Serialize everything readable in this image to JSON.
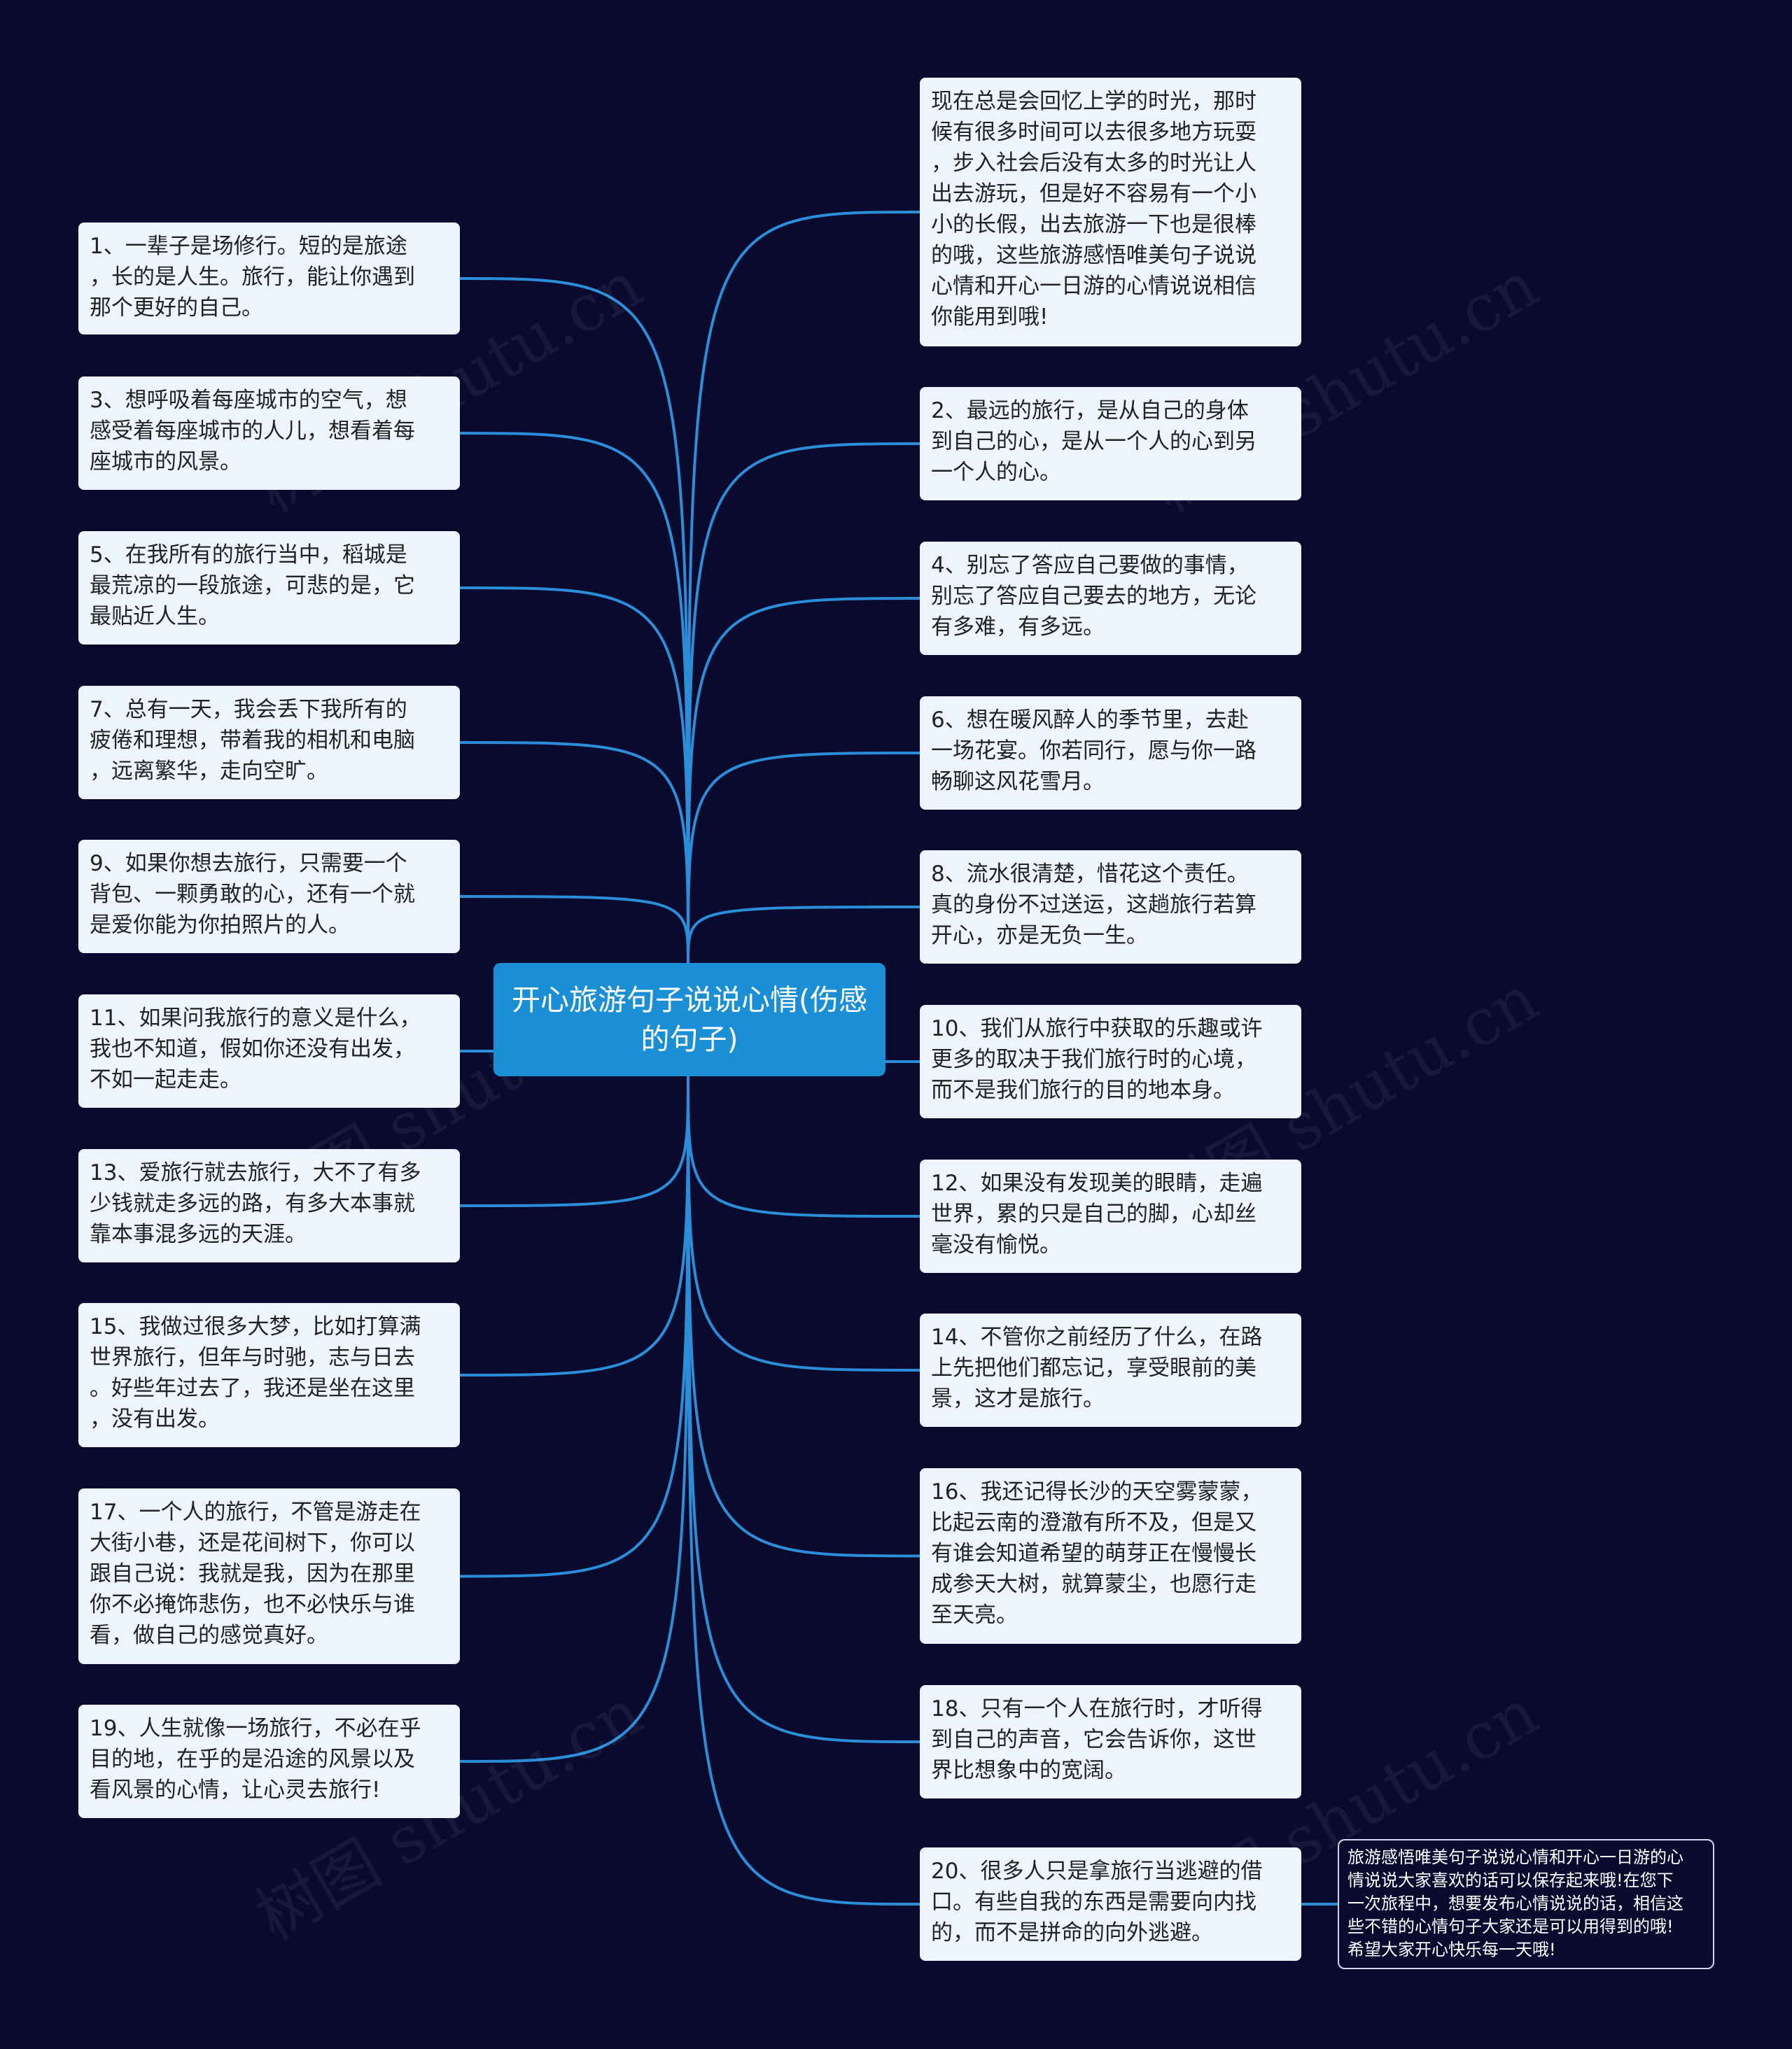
{
  "center": "开心旅游句子说说心情(伤感的句子)",
  "left": [
    "1、一辈子是场修行。短的是旅途\n，长的是人生。旅行，能让你遇到\n那个更好的自己。",
    "3、想呼吸着每座城市的空气，想\n感受着每座城市的人儿，想看着每\n座城市的风景。",
    "5、在我所有的旅行当中，稻城是\n最荒凉的一段旅途，可悲的是，它\n最贴近人生。",
    "7、总有一天，我会丢下我所有的\n疲倦和理想，带着我的相机和电脑\n，远离繁华，走向空旷。",
    "9、如果你想去旅行，只需要一个\n背包、一颗勇敢的心，还有一个就\n是爱你能为你拍照片的人。",
    "11、如果问我旅行的意义是什么，\n我也不知道，假如你还没有出发，\n不如一起走走。",
    "13、爱旅行就去旅行，大不了有多\n少钱就走多远的路，有多大本事就\n靠本事混多远的天涯。",
    "15、我做过很多大梦，比如打算满\n世界旅行，但年与时驰，志与日去\n。好些年过去了，我还是坐在这里\n，没有出发。",
    "17、一个人的旅行，不管是游走在\n大街小巷，还是花间树下，你可以\n跟自己说：我就是我，因为在那里\n你不必掩饰悲伤，也不必快乐与谁\n看，做自己的感觉真好。",
    "19、人生就像一场旅行，不必在乎\n目的地，在乎的是沿途的风景以及\n看风景的心情，让心灵去旅行!"
  ],
  "right": [
    "现在总是会回忆上学的时光，那时\n候有很多时间可以去很多地方玩耍\n，步入社会后没有太多的时光让人\n出去游玩，但是好不容易有一个小\n小的长假，出去旅游一下也是很棒\n的哦，这些旅游感悟唯美句子说说\n心情和开心一日游的心情说说相信\n你能用到哦!",
    "2、最远的旅行，是从自己的身体\n到自己的心，是从一个人的心到另\n一个人的心。",
    "4、别忘了答应自己要做的事情，\n别忘了答应自己要去的地方，无论\n有多难，有多远。",
    "6、想在暖风醉人的季节里，去赴\n一场花宴。你若同行，愿与你一路\n畅聊这风花雪月。",
    "8、流水很清楚，惜花这个责任。\n真的身份不过送运，这趟旅行若算\n开心，亦是无负一生。",
    "10、我们从旅行中获取的乐趣或许\n更多的取决于我们旅行时的心境，\n而不是我们旅行的目的地本身。",
    "12、如果没有发现美的眼睛，走遍\n世界，累的只是自己的脚，心却丝\n毫没有愉悦。",
    "14、不管你之前经历了什么，在路\n上先把他们都忘记，享受眼前的美\n景，这才是旅行。",
    "16、我还记得长沙的天空雾蒙蒙，\n比起云南的澄澈有所不及，但是又\n有谁会知道希望的萌芽正在慢慢长\n成参天大树，就算蒙尘，也愿行走\n至天亮。",
    "18、只有一个人在旅行时，才听得\n到自己的声音，它会告诉你，这世\n界比想象中的宽阔。",
    "20、很多人只是拿旅行当逃避的借\n口。有些自我的东西是需要向内找\n的，而不是拼命的向外逃避。"
  ],
  "note": "旅游感悟唯美句子说说心情和开心一日游的心\n情说说大家喜欢的话可以保存起来哦!在您下\n一次旅程中，想要发布心情说说的话，相信这\n些不错的心情句子大家还是可以用得到的哦!\n希望大家开心快乐每一天哦!",
  "watermark": "树图 shutu.cn",
  "colors": {
    "background": "#0a0a2e",
    "edge": "#2a8fd8",
    "center": "#1b8fd5",
    "node": "#eef4fd"
  }
}
